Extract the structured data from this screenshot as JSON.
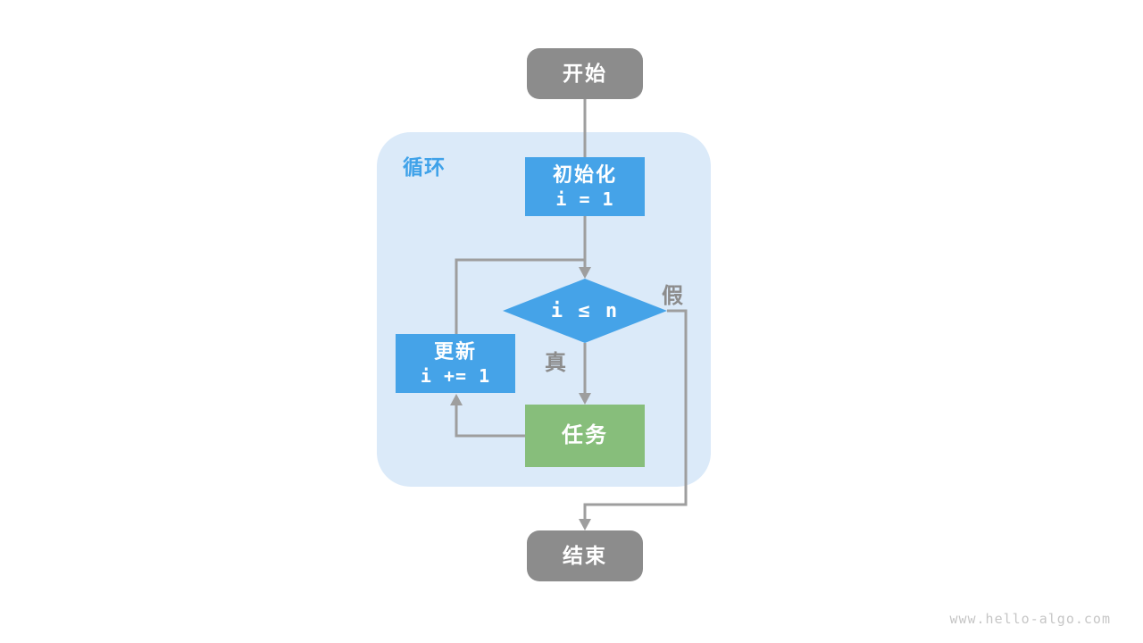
{
  "diagram": {
    "container_label": "循环",
    "nodes": {
      "start": {
        "label": "开始"
      },
      "init": {
        "title": "初始化",
        "code": "i = 1"
      },
      "condition": {
        "label": "i ≤ n"
      },
      "update": {
        "title": "更新",
        "code": "i += 1"
      },
      "task": {
        "label": "任务"
      },
      "end": {
        "label": "结束"
      }
    },
    "edge_labels": {
      "true": "真",
      "false": "假"
    }
  },
  "colors": {
    "node_blue": "#45a3e8",
    "node_green": "#87be7b",
    "node_gray": "#8c8c8c",
    "container_bg": "#dbeaf9",
    "loop_label_blue": "#3fa2e9",
    "connector_gray": "#9e9e9e",
    "branch_label_gray": "#8c8c8c",
    "node_text": "#ffffff",
    "watermark_gray": "#c6c6c6"
  },
  "watermark": "www.hello-algo.com"
}
